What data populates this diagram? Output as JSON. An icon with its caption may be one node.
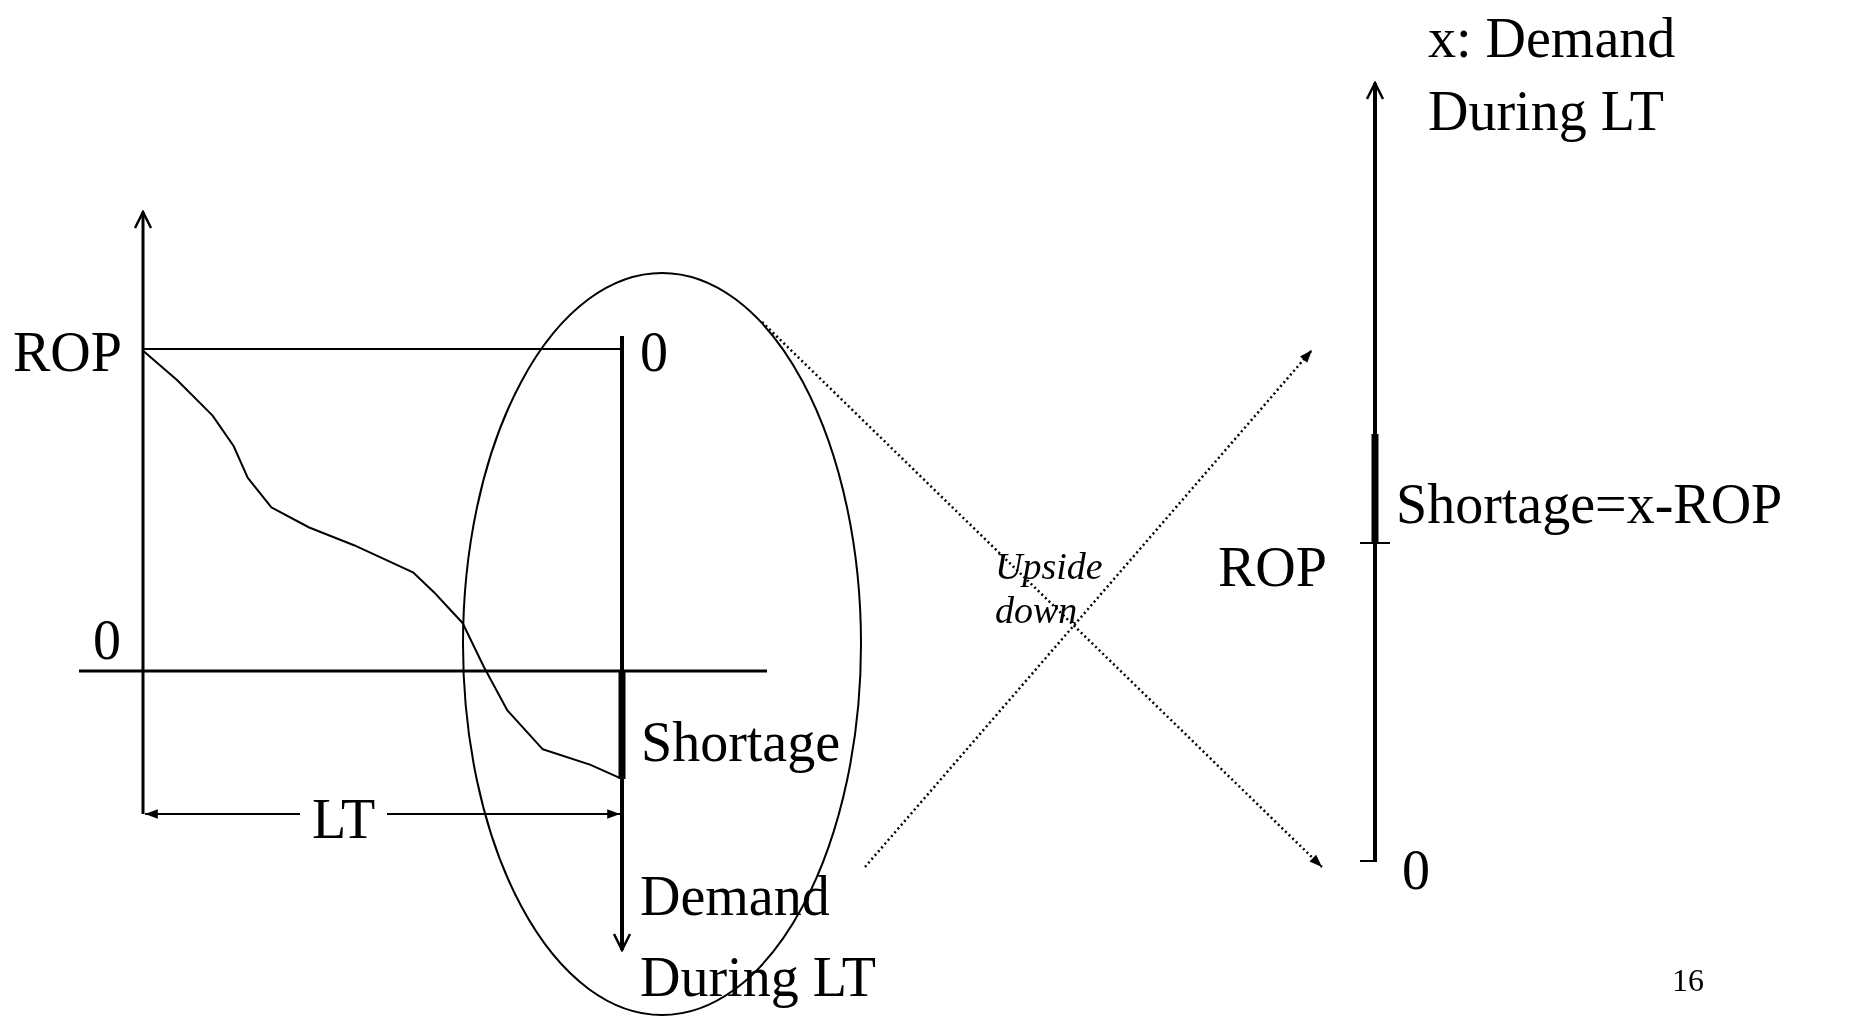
{
  "diagram": {
    "labels": [
      "x: Demand During LT",
      "ROP",
      "0",
      "Shortage=x-ROP",
      "Upside down",
      "ROP",
      "0",
      "Shortage",
      "LT",
      "0",
      "Demand During LT",
      "16"
    ]
  }
}
